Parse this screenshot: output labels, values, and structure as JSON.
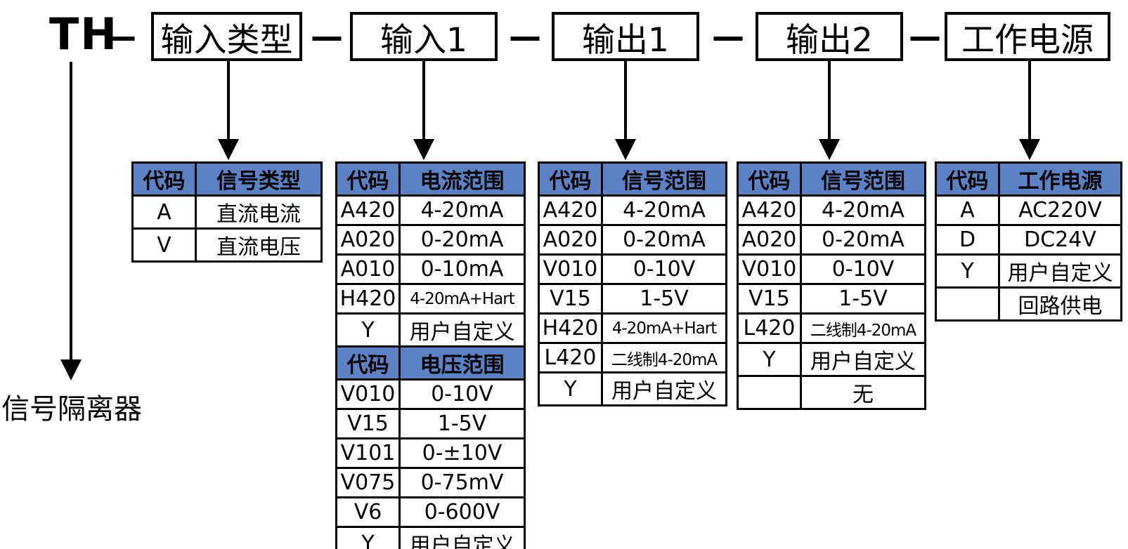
{
  "prefix": {
    "code": "TH",
    "description": "信号隔离器"
  },
  "connector": {
    "dash": "—"
  },
  "fields": [
    {
      "label": "输入类型"
    },
    {
      "label": "输入1"
    },
    {
      "label": "输出1"
    },
    {
      "label": "输出2"
    },
    {
      "label": "工作电源"
    }
  ],
  "tables": [
    {
      "name": "输入类型",
      "sections": [
        {
          "header": [
            "代码",
            "信号类型"
          ],
          "rows": [
            [
              "A",
              "直流电流"
            ],
            [
              "V",
              "直流电压"
            ]
          ]
        }
      ]
    },
    {
      "name": "输入1",
      "sections": [
        {
          "header": [
            "代码",
            "电流范围"
          ],
          "rows": [
            [
              "A420",
              "4-20mA"
            ],
            [
              "A020",
              "0-20mA"
            ],
            [
              "A010",
              "0-10mA"
            ],
            [
              "H420",
              "4-20mA+Hart"
            ],
            [
              "Y",
              "用户自定义"
            ]
          ]
        },
        {
          "header": [
            "代码",
            "电压范围"
          ],
          "rows": [
            [
              "V010",
              "0-10V"
            ],
            [
              "V15",
              "1-5V"
            ],
            [
              "V101",
              "0-±10V"
            ],
            [
              "V075",
              "0-75mV"
            ],
            [
              "V6",
              "0-600V"
            ],
            [
              "Y",
              "用户自定义"
            ]
          ]
        }
      ]
    },
    {
      "name": "输出1",
      "sections": [
        {
          "header": [
            "代码",
            "信号范围"
          ],
          "rows": [
            [
              "A420",
              "4-20mA"
            ],
            [
              "A020",
              "0-20mA"
            ],
            [
              "V010",
              "0-10V"
            ],
            [
              "V15",
              "1-5V"
            ],
            [
              "H420",
              "4-20mA+Hart"
            ],
            [
              "L420",
              "二线制4-20mA"
            ],
            [
              "Y",
              "用户自定义"
            ]
          ]
        }
      ]
    },
    {
      "name": "输出2",
      "sections": [
        {
          "header": [
            "代码",
            "信号范围"
          ],
          "rows": [
            [
              "A420",
              "4-20mA"
            ],
            [
              "A020",
              "0-20mA"
            ],
            [
              "V010",
              "0-10V"
            ],
            [
              "V15",
              "1-5V"
            ],
            [
              "L420",
              "二线制4-20mA"
            ],
            [
              "Y",
              "用户自定义"
            ],
            [
              "",
              "无"
            ]
          ]
        }
      ]
    },
    {
      "name": "工作电源",
      "sections": [
        {
          "header": [
            "代码",
            "工作电源"
          ],
          "rows": [
            [
              "A",
              "AC220V"
            ],
            [
              "D",
              "DC24V"
            ],
            [
              "Y",
              "用户自定义"
            ],
            [
              "",
              "回路供电"
            ]
          ]
        }
      ]
    }
  ],
  "colors": {
    "header_bg": "#5b82c4",
    "border": "#000000",
    "canvas_bg": "#ffffff",
    "text": "#000000"
  }
}
